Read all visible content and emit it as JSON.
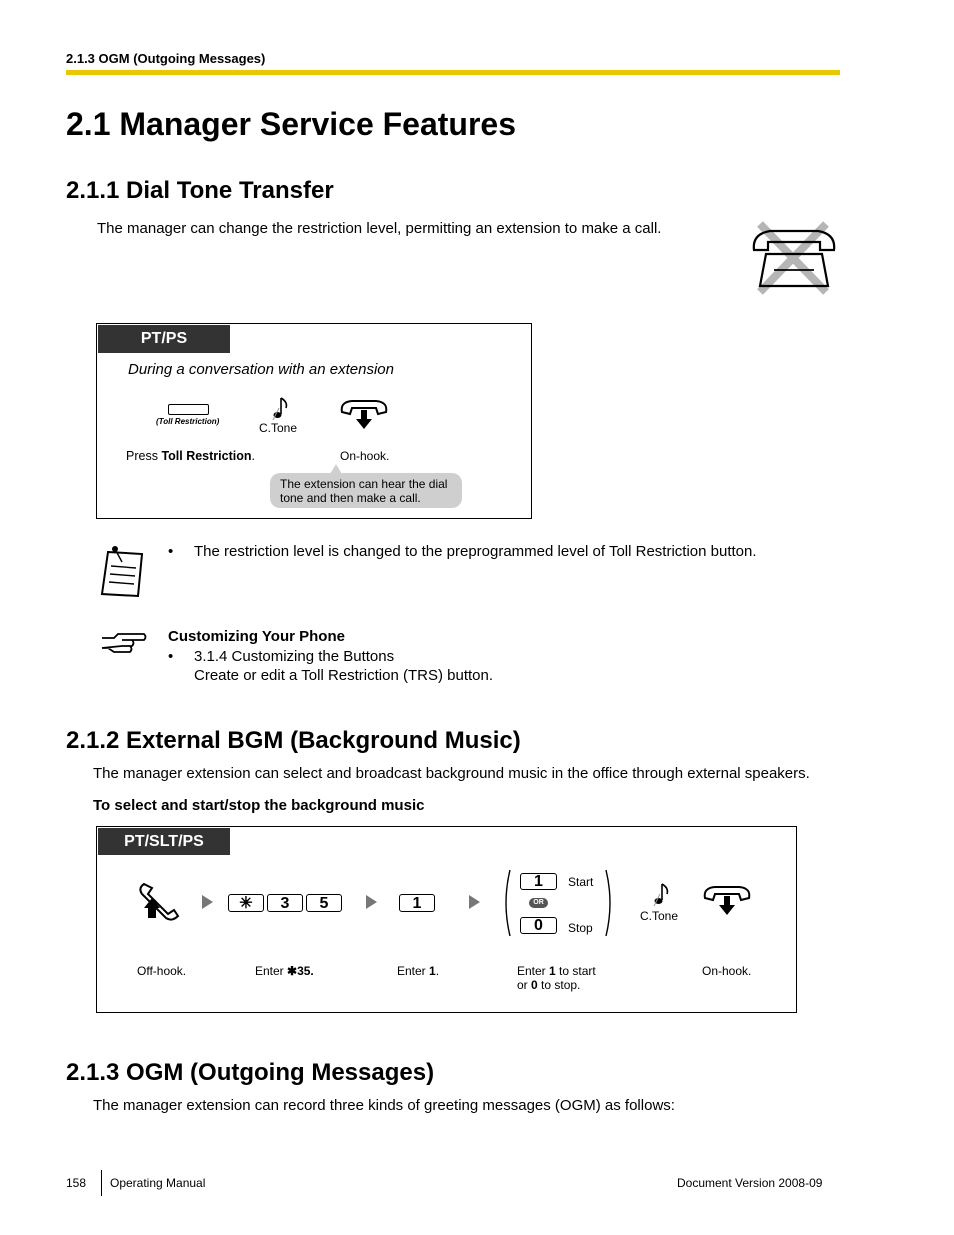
{
  "header": {
    "running_title": "2.1.3 OGM (Outgoing Messages)"
  },
  "title": "2.1 Manager Service Features",
  "s211": {
    "heading": "2.1.1 Dial Tone Transfer",
    "intro": "The manager can change the restriction level, permitting an extension to make a call.",
    "tag": "PT/PS",
    "context": "During a conversation with an extension",
    "button_caption": "(Toll Restriction)",
    "ctone": "C.Tone",
    "press_prefix": "Press ",
    "press_bold": "Toll Restriction",
    "press_suffix": ".",
    "onhook": "On-hook.",
    "callout_line1": "The extension can hear the dial",
    "callout_line2": "tone and then make a call.",
    "note_bullet": "The restriction level is changed to the preprogrammed level of Toll Restriction button.",
    "custom_title": "Customizing Your Phone",
    "custom_ref": "3.1.4  Customizing the Buttons",
    "custom_desc": "Create or edit a Toll Restriction (TRS) button."
  },
  "s212": {
    "heading": "2.1.2 External BGM (Background Music)",
    "intro": "The manager extension can select and broadcast background music in the office through external speakers.",
    "subheading": "To select and start/stop the background music",
    "tag": "PT/SLT/PS",
    "key_3": "3",
    "key_5": "5",
    "key_1": "1",
    "key_opt1": "1",
    "key_opt0": "0",
    "or_label": "OR",
    "start": "Start",
    "stop": "Stop",
    "ctone": "C.Tone",
    "step_offhook": "Off-hook.",
    "step_enter_prefix": "Enter ",
    "step_enter_code": "35.",
    "step_enter1_prefix": "Enter ",
    "step_enter1_bold": "1",
    "step_enter1_suffix": ".",
    "step_choose_a": "Enter ",
    "step_choose_b": "1",
    "step_choose_c": " to start",
    "step_choose_d": "or ",
    "step_choose_e": "0",
    "step_choose_f": " to stop.",
    "step_onhook": "On-hook."
  },
  "s213": {
    "heading": "2.1.3 OGM (Outgoing Messages)",
    "intro": "The manager extension can record three kinds of greeting messages (OGM) as follows:"
  },
  "footer": {
    "page": "158",
    "manual": "Operating Manual",
    "version": "Document Version  2008-09"
  },
  "icons": [
    "phone-crossed-icon",
    "handset-icon",
    "note-icon",
    "pointing-hand-icon",
    "music-note-icon",
    "star-key-icon"
  ]
}
